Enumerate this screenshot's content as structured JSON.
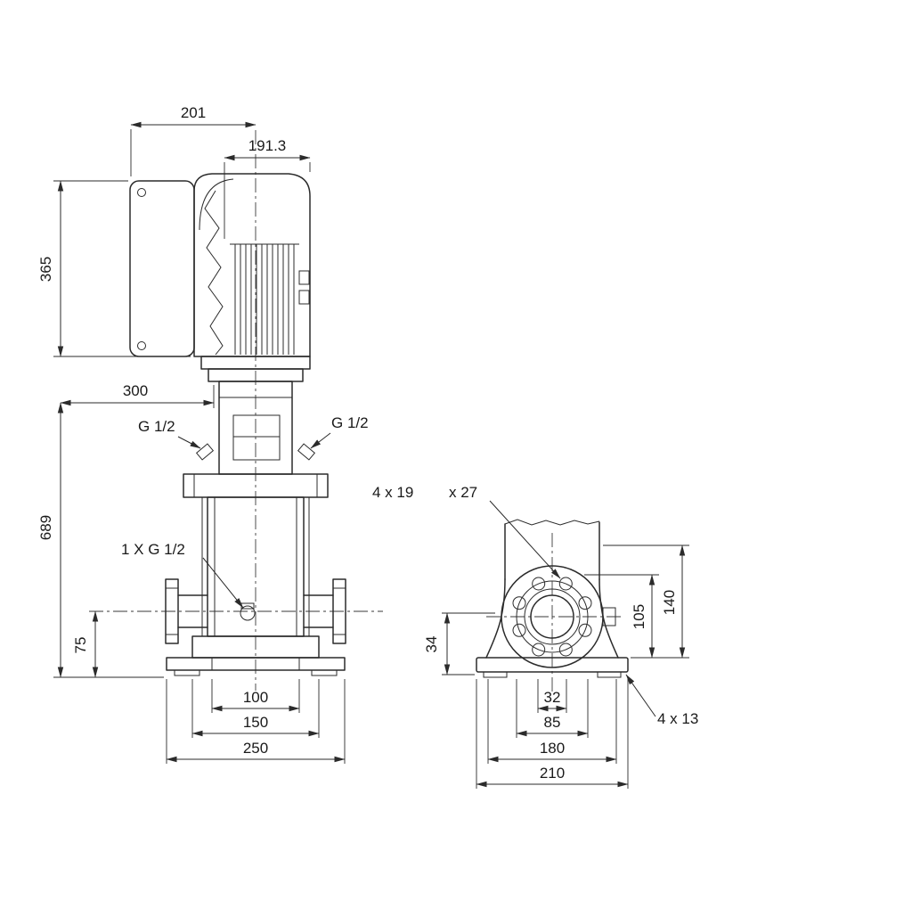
{
  "side_view": {
    "dim_depth_total": "201",
    "dim_depth_motor": "191.3",
    "dim_motor_height": "365",
    "dim_depth_base": "300",
    "dim_pump_height": "689",
    "dim_port_height": "75",
    "dim_bolt_span": "100",
    "dim_flange_span": "150",
    "dim_base_width": "250",
    "port_left_label": "G 1/2",
    "port_right_label": "G 1/2",
    "drain_label": "1 X G 1/2"
  },
  "front_view": {
    "flange_holes_label": "4 x 19",
    "flange_holes_label2": "x 27",
    "dim_base_height": "34",
    "dim_flange_height": "105",
    "dim_total_height": "140",
    "dim_port_bore": "32",
    "dim_pcd": "85",
    "dim_base_bolt_span": "180",
    "dim_base_length": "210",
    "base_holes_label": "4 x 13"
  }
}
